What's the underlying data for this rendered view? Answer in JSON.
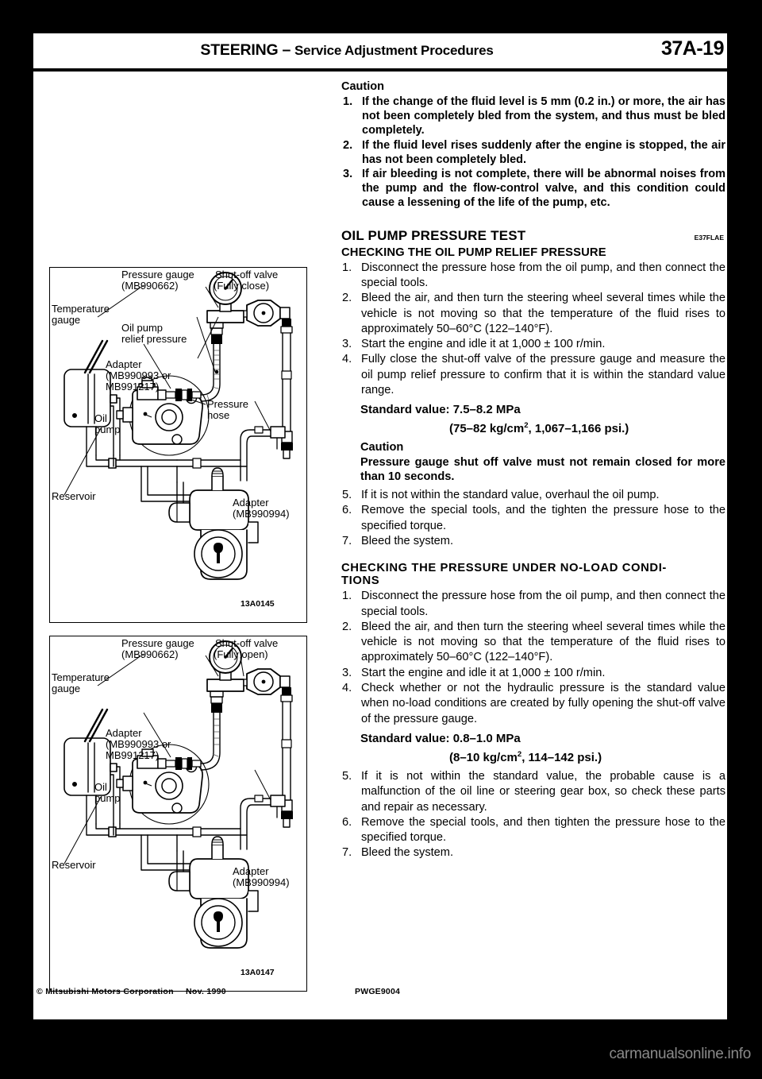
{
  "header": {
    "title_main": "STEERING",
    "title_dash": "–",
    "title_sub": "Service Adjustment Procedures",
    "page_number": "37A-19"
  },
  "caution_top": {
    "heading": "Caution",
    "items": [
      {
        "num": "1.",
        "text": "If the change of the fluid level is 5 mm (0.2 in.) or more, the air has not been completely bled from the system, and thus must be bled completely."
      },
      {
        "num": "2.",
        "text": "If the fluid level rises suddenly after the engine is stopped, the air has not been completely bled."
      },
      {
        "num": "3.",
        "text": "If air bleeding is not complete, there will be abnormal noises from the pump and the flow-control valve, and this condition could cause a lessening of the life of the pump, etc."
      }
    ]
  },
  "oil_pump_test": {
    "title": "OIL PUMP PRESSURE TEST",
    "code": "E37FLAE",
    "sub_title": "CHECKING THE OIL PUMP RELIEF PRESSURE",
    "steps_a": [
      {
        "num": "1.",
        "text": "Disconnect the pressure hose from the oil pump, and then connect the special tools."
      },
      {
        "num": "2.",
        "text": "Bleed the air, and then turn the steering wheel several times while the vehicle is not moving so that the temperature of the fluid rises to approximately 50–60°C (122–140°F)."
      },
      {
        "num": "3.",
        "text": "Start the engine and idle it at 1,000 ± 100 r/min."
      },
      {
        "num": "4.",
        "text": "Fully close the shut-off valve of the pressure gauge and measure the oil pump relief pressure to confirm that it is within the standard value range."
      }
    ],
    "standard_value_label": "Standard value:",
    "standard_value_1": "7.5–8.2 MPa",
    "standard_value_2_pre": "(75–82 kg/cm",
    "standard_value_2_sup": "2",
    "standard_value_2_post": ", 1,067–1,166 psi.)",
    "caution_heading": "Caution",
    "caution_body": "Pressure gauge shut off valve must not remain closed for more than 10 seconds.",
    "steps_b": [
      {
        "num": "5.",
        "text": "If it is not within the standard value, overhaul the oil pump."
      },
      {
        "num": "6.",
        "text": "Remove the special tools, and the tighten the pressure hose to the specified torque."
      },
      {
        "num": "7.",
        "text": "Bleed the system."
      }
    ]
  },
  "no_load_test": {
    "sub_title": "CHECKING THE PRESSURE UNDER NO-LOAD CONDI-TIONS",
    "sub_title_line1": "CHECKING THE PRESSURE UNDER NO-LOAD CONDI-",
    "sub_title_line2": "TIONS",
    "steps_a": [
      {
        "num": "1.",
        "text": "Disconnect the pressure hose from the oil pump, and then connect the special tools."
      },
      {
        "num": "2.",
        "text": "Bleed the air, and then turn the steering wheel several times while the vehicle is not moving so that the temperature of the fluid rises to approximately 50–60°C (122–140°F)."
      },
      {
        "num": "3.",
        "text": "Start the engine and idle it at 1,000 ± 100 r/min."
      },
      {
        "num": "4.",
        "text": "Check whether or not the hydraulic pressure is the standard value when no-load conditions are created by fully opening the shut-off valve of the pressure gauge."
      }
    ],
    "standard_value_label": "Standard value:",
    "standard_value_1": "0.8–1.0 MPa",
    "standard_value_2_pre": "(8–10 kg/cm",
    "standard_value_2_sup": "2",
    "standard_value_2_post": ", 114–142 psi.)",
    "steps_b": [
      {
        "num": "5.",
        "text": "If it is not within the standard value, the probable cause is a malfunction of the oil line or steering gear box, so check these parts and repair as necessary."
      },
      {
        "num": "6.",
        "text": "Remove the special tools, and then tighten the pressure hose to the specified torque."
      },
      {
        "num": "7.",
        "text": "Bleed the system."
      }
    ]
  },
  "diagram_1": {
    "figure_id": "13A0145",
    "labels": {
      "shut_off_valve_l1": "Shut-off valve",
      "shut_off_valve_l2": "(Fully close)",
      "pressure_gauge_l1": "Pressure gauge",
      "pressure_gauge_l2": "(MB990662)",
      "temperature_gauge_l1": "Temperature",
      "temperature_gauge_l2": "gauge",
      "oil_pump_relief_l1": "Oil pump",
      "oil_pump_relief_l2": "relief pressure",
      "adapter_l1": "Adapter",
      "adapter_l2": "(MB990993 or",
      "adapter_l3": "MB991217)",
      "pressure_hose_l1": "Pressure",
      "pressure_hose_l2": "hose",
      "oil_pump_l1": "Oil",
      "oil_pump_l2": "pump",
      "reservoir": "Reservoir",
      "adapter2_l1": "Adapter",
      "adapter2_l2": "(MB990994)"
    }
  },
  "diagram_2": {
    "figure_id": "13A0147",
    "labels": {
      "shut_off_valve_l1": "Shut-off valve",
      "shut_off_valve_l2": "(Fully open)",
      "pressure_gauge_l1": "Pressure gauge",
      "pressure_gauge_l2": "(MB990662)",
      "temperature_gauge_l1": "Temperature",
      "temperature_gauge_l2": "gauge",
      "adapter_l1": "Adapter",
      "adapter_l2": "(MB990993 or",
      "adapter_l3": "MB991217)",
      "oil_pump_l1": "Oil",
      "oil_pump_l2": "pump",
      "reservoir": "Reservoir",
      "adapter2_l1": "Adapter",
      "adapter2_l2": "(MB990994)"
    }
  },
  "footer": {
    "copyright": "© Mitsubishi Motors Corporation",
    "date": "Nov. 1990",
    "code": "PWGE9004"
  },
  "watermark": {
    "text": "carmanualsonline.info"
  }
}
